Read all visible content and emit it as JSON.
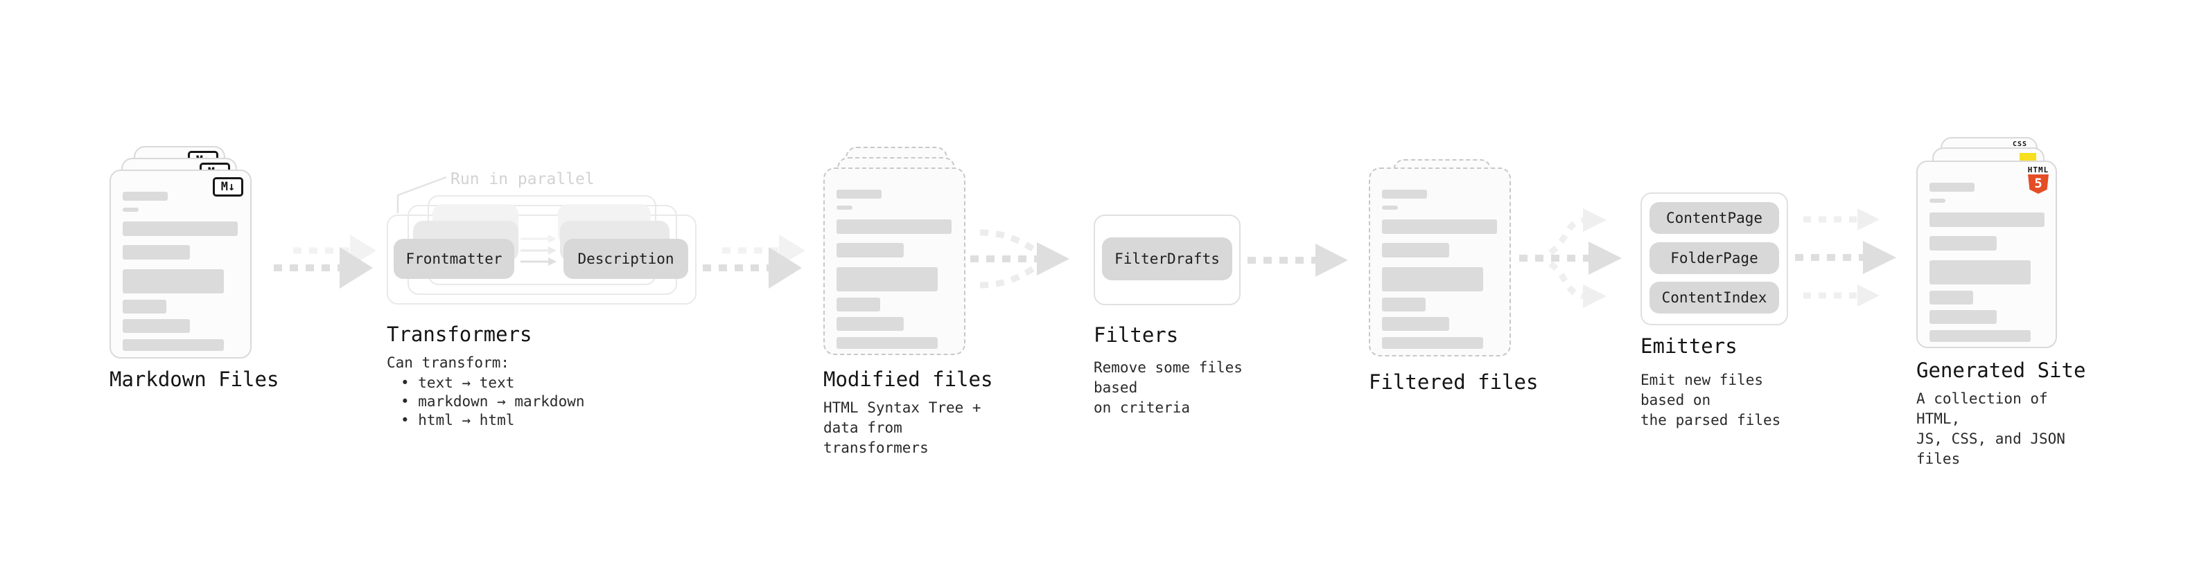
{
  "palette": {
    "background": "#ffffff",
    "card_border": "#d9d9d9",
    "dashed_border": "#c8c8c8",
    "bar_fill": "#dbdbdb",
    "pill_fill": "#d8d8d8",
    "arrow_dark": "#dedede",
    "arrow_light": "#f0f0f0",
    "annotation_gray": "#d2d2d2",
    "js_yellow": "#f7df1e",
    "css_blue": "#2b6fe3",
    "html5_orange": "#e44d26",
    "text_dark": "#161616"
  },
  "nodes": {
    "markdown_files": {
      "label": "Markdown Files",
      "badge": "M↓"
    },
    "transformers": {
      "annotation": "Run in parallel",
      "pill_left": "Frontmatter",
      "pill_right": "Description",
      "label": "Transformers",
      "desc_title": "Can transform:",
      "bullets": [
        "• text → text",
        "• markdown → markdown",
        "• html → html"
      ]
    },
    "modified_files": {
      "label": "Modified files",
      "description": "HTML Syntax Tree +\ndata from transformers"
    },
    "filters": {
      "pill": "FilterDrafts",
      "label": "Filters",
      "description": "Remove some files based\non criteria"
    },
    "filtered_files": {
      "label": "Filtered files"
    },
    "emitters": {
      "pills": [
        "ContentPage",
        "FolderPage",
        "ContentIndex"
      ],
      "label": "Emitters",
      "description": "Emit new files based on\nthe parsed files"
    },
    "generated_site": {
      "label": "Generated Site",
      "description": "A collection of HTML,\nJS, CSS, and JSON files",
      "badge_css": "CSS",
      "badge_html_word": "HTML",
      "badge_html_num": "5"
    }
  }
}
